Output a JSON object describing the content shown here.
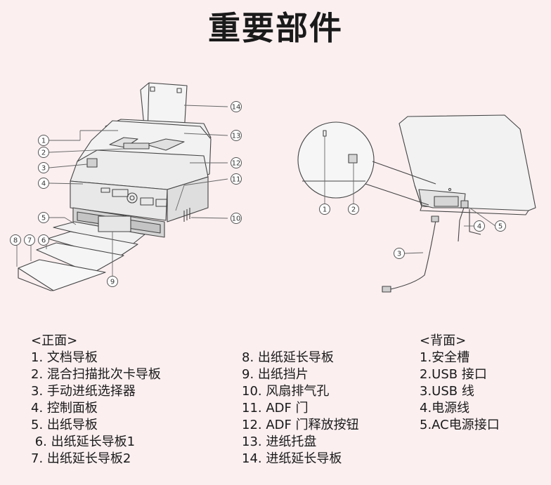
{
  "title": "重要部件",
  "front_callouts": [
    "1",
    "2",
    "3",
    "4",
    "5",
    "6",
    "7",
    "8",
    "9",
    "10",
    "11",
    "12",
    "13",
    "14"
  ],
  "back_callouts": [
    "1",
    "2",
    "3",
    "4",
    "5"
  ],
  "front": {
    "heading": "<正面>",
    "items": [
      "1. 文档导板",
      "2. 混合扫描批次卡导板",
      "3. 手动进纸选择器",
      "4. 控制面板",
      "5. 出纸导板",
      " 6. 出纸延长导板1",
      "7. 出纸延长导板2",
      "8. 出纸延长导板",
      "9. 出纸挡片",
      "10. 风扇排气孔",
      "11. ADF 门",
      "12. ADF 门释放按钮",
      "13. 进纸托盘",
      "14. 进纸延长导板"
    ]
  },
  "back": {
    "heading": "<背面>",
    "items": [
      "1.安全槽",
      "2.USB 接口",
      "3.USB 线",
      "4.电源线",
      "5.AC电源接口"
    ]
  }
}
